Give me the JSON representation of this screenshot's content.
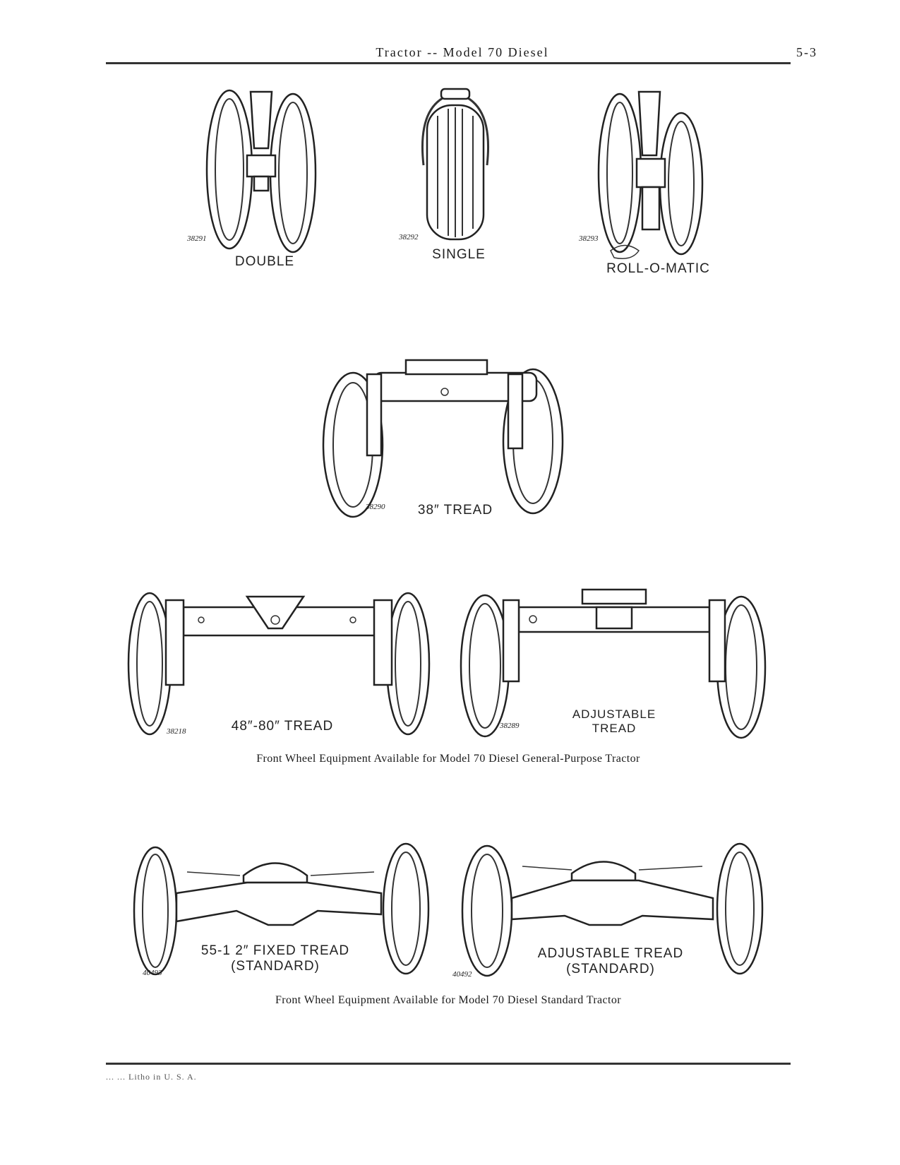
{
  "header": {
    "title": "Tractor -- Model 70 Diesel",
    "page": "5-3"
  },
  "top_row": [
    {
      "fig": "38291",
      "label": "DOUBLE"
    },
    {
      "fig": "38292",
      "label": "SINGLE"
    },
    {
      "fig": "38293",
      "label": "ROLL-O-MATIC"
    }
  ],
  "middle": {
    "fig": "38290",
    "label": "38″ TREAD"
  },
  "gp_row": [
    {
      "fig": "38218",
      "label": "48″-80″ TREAD"
    },
    {
      "fig": "38289",
      "label": "ADJUSTABLE\nTREAD"
    }
  ],
  "gp_caption": "Front Wheel Equipment Available for Model 70 Diesel General-Purpose Tractor",
  "std_row": [
    {
      "fig": "40493",
      "label": "55-1 2″ FIXED TREAD\n(STANDARD)"
    },
    {
      "fig": "40492",
      "label": "ADJUSTABLE TREAD\n(STANDARD)"
    }
  ],
  "std_caption": "Front Wheel Equipment Available for Model 70 Diesel Standard Tractor",
  "footer": "... ... Litho in U. S. A."
}
